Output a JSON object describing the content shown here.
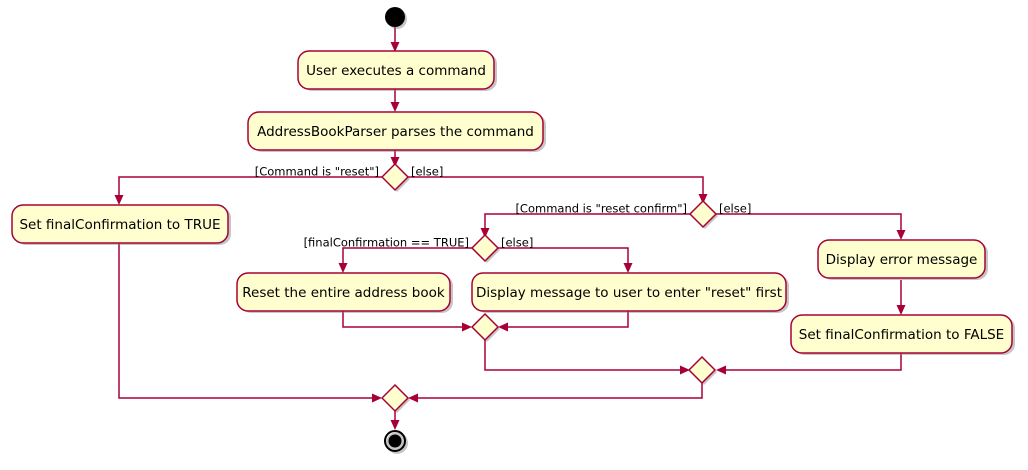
{
  "diagram": {
    "type": "activity-diagram",
    "title": "",
    "colors": {
      "node_fill": "#FEFECE",
      "node_border": "#A80036",
      "line": "#A80036",
      "text": "#000000",
      "background": "#FFFFFF",
      "terminal": "#000000"
    },
    "nodes": [
      {
        "id": "start",
        "kind": "start-node",
        "label": ""
      },
      {
        "id": "a1",
        "kind": "activity",
        "label": "User executes a command"
      },
      {
        "id": "a2",
        "kind": "activity",
        "label": "AddressBookParser parses the command"
      },
      {
        "id": "d1",
        "kind": "decision",
        "label": ""
      },
      {
        "id": "a3",
        "kind": "activity",
        "label": "Set finalConfirmation to TRUE"
      },
      {
        "id": "d2",
        "kind": "decision",
        "label": ""
      },
      {
        "id": "d3",
        "kind": "decision",
        "label": ""
      },
      {
        "id": "a4",
        "kind": "activity",
        "label": "Reset the entire address book"
      },
      {
        "id": "a5",
        "kind": "activity",
        "label": "Display message to user to enter \"reset\" first"
      },
      {
        "id": "a6",
        "kind": "activity",
        "label": "Display error message"
      },
      {
        "id": "a7",
        "kind": "activity",
        "label": "Set finalConfirmation to FALSE"
      },
      {
        "id": "m1",
        "kind": "merge",
        "label": ""
      },
      {
        "id": "m2",
        "kind": "merge",
        "label": ""
      },
      {
        "id": "m3",
        "kind": "merge",
        "label": ""
      },
      {
        "id": "end",
        "kind": "end-node",
        "label": ""
      }
    ],
    "guards": [
      {
        "id": "g1",
        "text": "[Command is \"reset\"]",
        "from": "d1",
        "branch": "then"
      },
      {
        "id": "g2",
        "text": "[else]",
        "from": "d1",
        "branch": "else"
      },
      {
        "id": "g3",
        "text": "[Command is \"reset confirm\"]",
        "from": "d2",
        "branch": "then"
      },
      {
        "id": "g4",
        "text": "[else]",
        "from": "d2",
        "branch": "else"
      },
      {
        "id": "g5",
        "text": "[finalConfirmation == TRUE]",
        "from": "d3",
        "branch": "then"
      },
      {
        "id": "g6",
        "text": "[else]",
        "from": "d3",
        "branch": "else"
      }
    ]
  }
}
